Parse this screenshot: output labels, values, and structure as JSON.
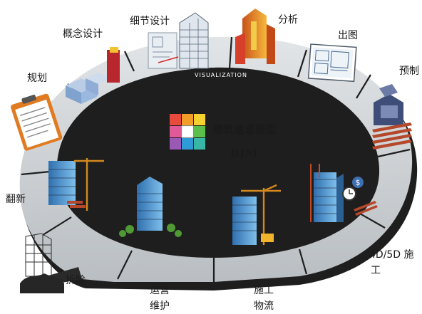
{
  "diagram": {
    "center": {
      "title": "建筑信息模型",
      "subtitle": "BIM"
    },
    "ring_text": "VISUALIZATION",
    "stages": [
      {
        "key": "concept",
        "label": "概念设计"
      },
      {
        "key": "detail",
        "label": "细节设计"
      },
      {
        "key": "analysis",
        "label": "分析"
      },
      {
        "key": "drawing",
        "label": "出图"
      },
      {
        "key": "prefab",
        "label": "预制"
      },
      {
        "key": "construction4d5d",
        "label_line1": "4D/5D 施",
        "label_line2": "工"
      },
      {
        "key": "logistics",
        "label_line1": "施工",
        "label_line2": "物流"
      },
      {
        "key": "operation",
        "label_line1": "运营",
        "label_line2": "维护"
      },
      {
        "key": "demolition",
        "label": "拆除"
      },
      {
        "key": "renovation",
        "label": "翻新"
      },
      {
        "key": "planning",
        "label": "规划"
      }
    ]
  },
  "colors": {
    "ring_top": "#cfd3d6",
    "ring_edge": "#1e1e1e",
    "ring_divider": "#1e1e1e",
    "accent_orange": "#e07b22",
    "accent_red": "#b8272d",
    "accent_blue": "#3b8ed6",
    "cube_colors": [
      "#e84a3c",
      "#f39c27",
      "#f5d130",
      "#5cbf4c",
      "#2f9ad8",
      "#9b59b6",
      "#e05a9a"
    ]
  }
}
